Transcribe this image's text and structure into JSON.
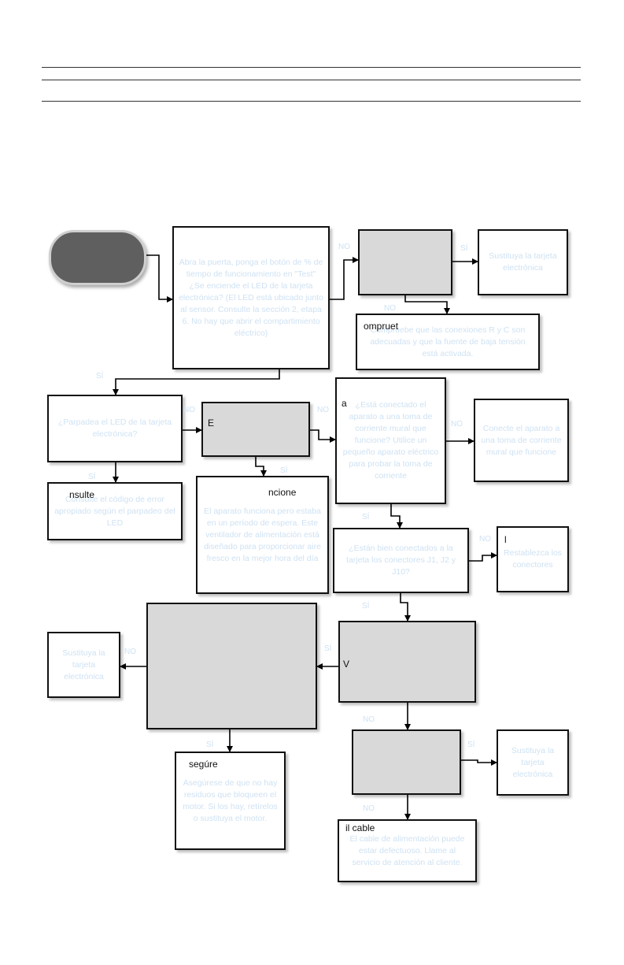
{
  "boxes": {
    "abra": "Abra la puerta, ponga el botón de % de tiempo de funcionamiento en \"Test\" ¿Se enciende el LED de la tarjeta electrónica? (El LED está ubicado junto al sensor. Consulte la sección 2, etapa 6. No hay que abrir el compartimiento eléctrico)",
    "sustituya1": "Sustituya la tarjeta electrónica",
    "compruebe_text": "Compruebe que las conexiones R y C son adecuadas y que la fuente de baja tensión está activada.",
    "parpadea": "¿Parpadea el LED de la tarjeta electrónica?",
    "conectado": "¿Está conectado el aparato a una toma de corriente mural que funcione? Utilice un pequeño aparato eléctrico para probar la toma de corriente",
    "conecte": "Conecte el aparato a una toma de corriente mural que funcione",
    "consulte_text": "Consulte el código de error apropiado según el parpadeo del LED",
    "funciona_text": "El aparato funciona pero estaba en un período de espera. Este ventilador de alimentación está diseñado para proporcionar aire fresco en la mejor hora del día",
    "conectores": "¿Están bien conectados a la tarjeta los conectores J1, J2 y J10?",
    "restablezca": "Restablezca los conectores",
    "sustituya2": "Sustituya la tarjeta electrónica",
    "asegurese_text": "Asegúrese de que no hay residuos que bloqueen el motor. Si los hay, retírelos o sustituya el motor.",
    "sustituya3": "Sustituya la tarjeta electrónica",
    "cable_text": "El cable de alimentación puede estar defectuoso. Llame al servicio de atención al cliente."
  },
  "fragments": {
    "compruebe": "ompruet",
    "consulte": "nsulte",
    "funciona": "ncione",
    "asegurese": "segúre",
    "cable": "il cable",
    "e_letter": "E",
    "a_letter": "a",
    "l_letter": "l",
    "v_letter": "V"
  },
  "labels": {
    "si": "SÍ",
    "no": "NO"
  }
}
